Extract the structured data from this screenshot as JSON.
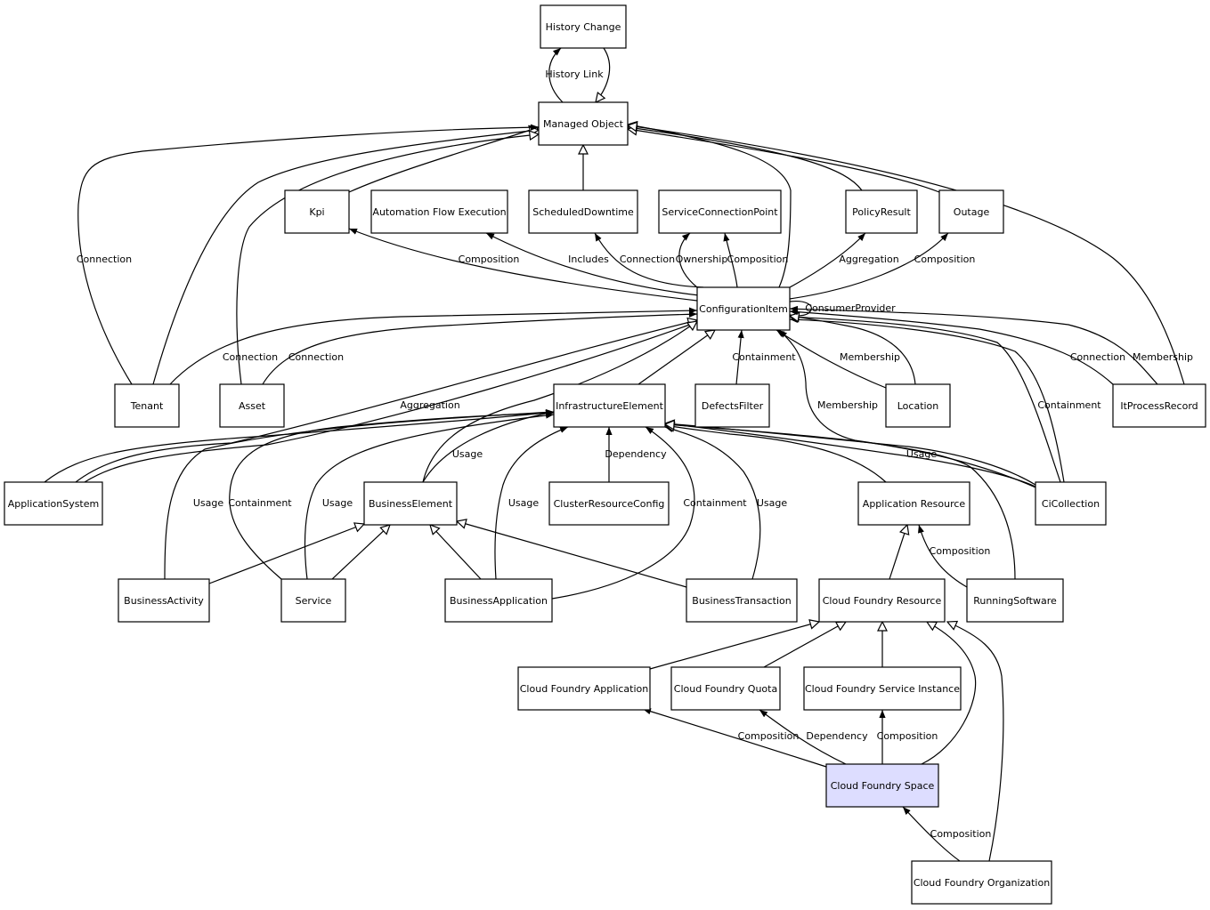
{
  "colors": {
    "default_fill": "#ffffff",
    "highlight_fill": "#ddddff",
    "stroke": "#000000"
  },
  "nodes": [
    {
      "id": "history_change",
      "label": "History Change"
    },
    {
      "id": "managed_object",
      "label": "Managed Object"
    },
    {
      "id": "kpi",
      "label": "Kpi"
    },
    {
      "id": "automation_flow_execution",
      "label": "Automation Flow Execution"
    },
    {
      "id": "scheduled_downtime",
      "label": "ScheduledDowntime"
    },
    {
      "id": "service_connection_point",
      "label": "ServiceConnectionPoint"
    },
    {
      "id": "policy_result",
      "label": "PolicyResult"
    },
    {
      "id": "outage",
      "label": "Outage"
    },
    {
      "id": "configuration_item",
      "label": "ConfigurationItem"
    },
    {
      "id": "tenant",
      "label": "Tenant"
    },
    {
      "id": "asset",
      "label": "Asset"
    },
    {
      "id": "infrastructure_element",
      "label": "InfrastructureElement"
    },
    {
      "id": "defects_filter",
      "label": "DefectsFilter"
    },
    {
      "id": "location",
      "label": "Location"
    },
    {
      "id": "it_process_record",
      "label": "ItProcessRecord"
    },
    {
      "id": "application_system",
      "label": "ApplicationSystem"
    },
    {
      "id": "business_element",
      "label": "BusinessElement"
    },
    {
      "id": "cluster_resource_config",
      "label": "ClusterResourceConfig"
    },
    {
      "id": "application_resource",
      "label": "Application Resource"
    },
    {
      "id": "ci_collection",
      "label": "CiCollection"
    },
    {
      "id": "business_activity",
      "label": "BusinessActivity"
    },
    {
      "id": "service",
      "label": "Service"
    },
    {
      "id": "business_application",
      "label": "BusinessApplication"
    },
    {
      "id": "business_transaction",
      "label": "BusinessTransaction"
    },
    {
      "id": "cloud_foundry_resource",
      "label": "Cloud Foundry Resource"
    },
    {
      "id": "running_software",
      "label": "RunningSoftware"
    },
    {
      "id": "cloud_foundry_application",
      "label": "Cloud Foundry Application"
    },
    {
      "id": "cloud_foundry_quota",
      "label": "Cloud Foundry Quota"
    },
    {
      "id": "cloud_foundry_service_instance",
      "label": "Cloud Foundry Service Instance"
    },
    {
      "id": "cloud_foundry_space",
      "label": "Cloud Foundry Space",
      "highlight": true
    },
    {
      "id": "cloud_foundry_organization",
      "label": "Cloud Foundry Organization"
    }
  ],
  "edges": [
    {
      "id": "e-hist-link",
      "from": "managed_object",
      "to": "history_change",
      "kind": "assoc",
      "label": "History Link"
    },
    {
      "id": "e-hist-inh",
      "from": "history_change",
      "to": "managed_object",
      "kind": "inherit",
      "label": ""
    },
    {
      "id": "e-kpi-inh",
      "from": "kpi",
      "to": "managed_object",
      "kind": "inherit",
      "label": ""
    },
    {
      "id": "e-sd-inh",
      "from": "scheduled_downtime",
      "to": "managed_object",
      "kind": "inherit",
      "label": ""
    },
    {
      "id": "e-ci-mo-inh",
      "from": "configuration_item",
      "to": "managed_object",
      "kind": "inherit",
      "label": ""
    },
    {
      "id": "e-pr-inh",
      "from": "policy_result",
      "to": "managed_object",
      "kind": "inherit",
      "label": ""
    },
    {
      "id": "e-out-inh",
      "from": "outage",
      "to": "managed_object",
      "kind": "inherit",
      "label": ""
    },
    {
      "id": "e-itp-inh",
      "from": "it_process_record",
      "to": "managed_object",
      "kind": "inherit",
      "label": ""
    },
    {
      "id": "e-tenant-inh",
      "from": "tenant",
      "to": "managed_object",
      "kind": "inherit",
      "label": ""
    },
    {
      "id": "e-asset-inh",
      "from": "asset",
      "to": "managed_object",
      "kind": "inherit",
      "label": ""
    },
    {
      "id": "e-tenant-conn",
      "from": "tenant",
      "to": "managed_object",
      "kind": "assoc",
      "label": "Connection"
    },
    {
      "id": "e-ci-kpi",
      "from": "configuration_item",
      "to": "kpi",
      "kind": "assoc",
      "label": "Composition"
    },
    {
      "id": "e-ci-afe",
      "from": "configuration_item",
      "to": "automation_flow_execution",
      "kind": "assoc",
      "label": "Includes"
    },
    {
      "id": "e-ci-sd",
      "from": "configuration_item",
      "to": "scheduled_downtime",
      "kind": "assoc",
      "label": "Connection"
    },
    {
      "id": "e-ci-scp-own",
      "from": "configuration_item",
      "to": "service_connection_point",
      "kind": "assoc",
      "label": "Ownership"
    },
    {
      "id": "e-ci-scp-comp",
      "from": "configuration_item",
      "to": "service_connection_point",
      "kind": "assoc",
      "label": "Composition"
    },
    {
      "id": "e-ci-pr",
      "from": "configuration_item",
      "to": "policy_result",
      "kind": "assoc",
      "label": "Aggregation"
    },
    {
      "id": "e-ci-out",
      "from": "configuration_item",
      "to": "outage",
      "kind": "assoc",
      "label": "Composition"
    },
    {
      "id": "e-ci-self",
      "from": "configuration_item",
      "to": "configuration_item",
      "kind": "assoc",
      "label": "ConsumerProvider"
    },
    {
      "id": "e-tenant-ci",
      "from": "tenant",
      "to": "configuration_item",
      "kind": "assoc",
      "label": "Connection"
    },
    {
      "id": "e-asset-ci",
      "from": "asset",
      "to": "configuration_item",
      "kind": "assoc",
      "label": "Connection"
    },
    {
      "id": "e-as-ci-inh",
      "from": "application_system",
      "to": "configuration_item",
      "kind": "inherit",
      "label": ""
    },
    {
      "id": "e-as-ci-agg",
      "from": "application_system",
      "to": "configuration_item",
      "kind": "assoc",
      "label": "Aggregation"
    },
    {
      "id": "e-ie-ci-inh",
      "from": "infrastructure_element",
      "to": "configuration_item",
      "kind": "inherit",
      "label": ""
    },
    {
      "id": "e-df-ci",
      "from": "defects_filter",
      "to": "configuration_item",
      "kind": "assoc",
      "label": "Containment"
    },
    {
      "id": "e-be-ci-inh",
      "from": "business_element",
      "to": "configuration_item",
      "kind": "inherit",
      "label": ""
    },
    {
      "id": "e-loc-ci",
      "from": "location",
      "to": "configuration_item",
      "kind": "assoc",
      "label": "Membership"
    },
    {
      "id": "e-cic-ci-memb",
      "from": "ci_collection",
      "to": "configuration_item",
      "kind": "assoc",
      "label": "Membership"
    },
    {
      "id": "e-cic-ci-inh",
      "from": "ci_collection",
      "to": "configuration_item",
      "kind": "inherit",
      "label": ""
    },
    {
      "id": "e-cic-ci-cont",
      "from": "ci_collection",
      "to": "configuration_item",
      "kind": "assoc",
      "label": "Containment"
    },
    {
      "id": "e-loc-ci-inh",
      "from": "location",
      "to": "configuration_item",
      "kind": "inherit",
      "label": ""
    },
    {
      "id": "e-itp-ci-conn",
      "from": "it_process_record",
      "to": "configuration_item",
      "kind": "assoc",
      "label": "Connection"
    },
    {
      "id": "e-itp-ci-memb",
      "from": "it_process_record",
      "to": "configuration_item",
      "kind": "assoc",
      "label": "Membership"
    },
    {
      "id": "e-as-ie",
      "from": "application_system",
      "to": "infrastructure_element",
      "kind": "assoc",
      "label": ""
    },
    {
      "id": "e-be-ie-usage",
      "from": "business_element",
      "to": "infrastructure_element",
      "kind": "assoc",
      "label": "Usage"
    },
    {
      "id": "e-crc-ie",
      "from": "cluster_resource_config",
      "to": "infrastructure_element",
      "kind": "assoc",
      "label": "Dependency"
    },
    {
      "id": "e-ba-ie-usage",
      "from": "business_activity",
      "to": "infrastructure_element",
      "kind": "assoc",
      "label": "Usage"
    },
    {
      "id": "e-svc-ie-cont",
      "from": "service",
      "to": "infrastructure_element",
      "kind": "assoc",
      "label": "Containment"
    },
    {
      "id": "e-svc-ie-usage",
      "from": "service",
      "to": "infrastructure_element",
      "kind": "assoc",
      "label": "Usage"
    },
    {
      "id": "e-bapp-ie-usage",
      "from": "business_application",
      "to": "infrastructure_element",
      "kind": "assoc",
      "label": "Usage"
    },
    {
      "id": "e-bapp-ie-cont",
      "from": "business_application",
      "to": "infrastructure_element",
      "kind": "assoc",
      "label": "Containment"
    },
    {
      "id": "e-bt-ie-usage",
      "from": "business_transaction",
      "to": "infrastructure_element",
      "kind": "assoc",
      "label": "Usage"
    },
    {
      "id": "e-ar-ie-inh",
      "from": "application_resource",
      "to": "infrastructure_element",
      "kind": "inherit",
      "label": ""
    },
    {
      "id": "e-cic-ie-usage",
      "from": "ci_collection",
      "to": "infrastructure_element",
      "kind": "assoc",
      "label": "Usage"
    },
    {
      "id": "e-cic-ie-inh",
      "from": "ci_collection",
      "to": "infrastructure_element",
      "kind": "inherit",
      "label": ""
    },
    {
      "id": "e-rs-ie-inh",
      "from": "running_software",
      "to": "infrastructure_element",
      "kind": "inherit",
      "label": ""
    },
    {
      "id": "e-ba-be-inh",
      "from": "business_activity",
      "to": "business_element",
      "kind": "inherit",
      "label": ""
    },
    {
      "id": "e-svc-be-inh",
      "from": "service",
      "to": "business_element",
      "kind": "inherit",
      "label": ""
    },
    {
      "id": "e-bapp-be-inh",
      "from": "business_application",
      "to": "business_element",
      "kind": "inherit",
      "label": ""
    },
    {
      "id": "e-bt-be-inh",
      "from": "business_transaction",
      "to": "business_element",
      "kind": "inherit",
      "label": ""
    },
    {
      "id": "e-cfr-ar-inh",
      "from": "cloud_foundry_resource",
      "to": "application_resource",
      "kind": "inherit",
      "label": ""
    },
    {
      "id": "e-rs-ar",
      "from": "running_software",
      "to": "application_resource",
      "kind": "assoc",
      "label": "Composition"
    },
    {
      "id": "e-cfa-cfr-inh",
      "from": "cloud_foundry_application",
      "to": "cloud_foundry_resource",
      "kind": "inherit",
      "label": ""
    },
    {
      "id": "e-cfq-cfr-inh",
      "from": "cloud_foundry_quota",
      "to": "cloud_foundry_resource",
      "kind": "inherit",
      "label": ""
    },
    {
      "id": "e-cfsi-cfr-inh",
      "from": "cloud_foundry_service_instance",
      "to": "cloud_foundry_resource",
      "kind": "inherit",
      "label": ""
    },
    {
      "id": "e-cfs-cfr-inh",
      "from": "cloud_foundry_space",
      "to": "cloud_foundry_resource",
      "kind": "inherit",
      "label": ""
    },
    {
      "id": "e-cfo-cfr-inh",
      "from": "cloud_foundry_organization",
      "to": "cloud_foundry_resource",
      "kind": "inherit",
      "label": ""
    },
    {
      "id": "e-cfs-cfa",
      "from": "cloud_foundry_space",
      "to": "cloud_foundry_application",
      "kind": "assoc",
      "label": "Composition"
    },
    {
      "id": "e-cfs-cfq",
      "from": "cloud_foundry_space",
      "to": "cloud_foundry_quota",
      "kind": "assoc",
      "label": "Dependency"
    },
    {
      "id": "e-cfs-cfsi",
      "from": "cloud_foundry_space",
      "to": "cloud_foundry_service_instance",
      "kind": "assoc",
      "label": "Composition"
    },
    {
      "id": "e-cfo-cfs",
      "from": "cloud_foundry_organization",
      "to": "cloud_foundry_space",
      "kind": "assoc",
      "label": "Composition"
    }
  ]
}
